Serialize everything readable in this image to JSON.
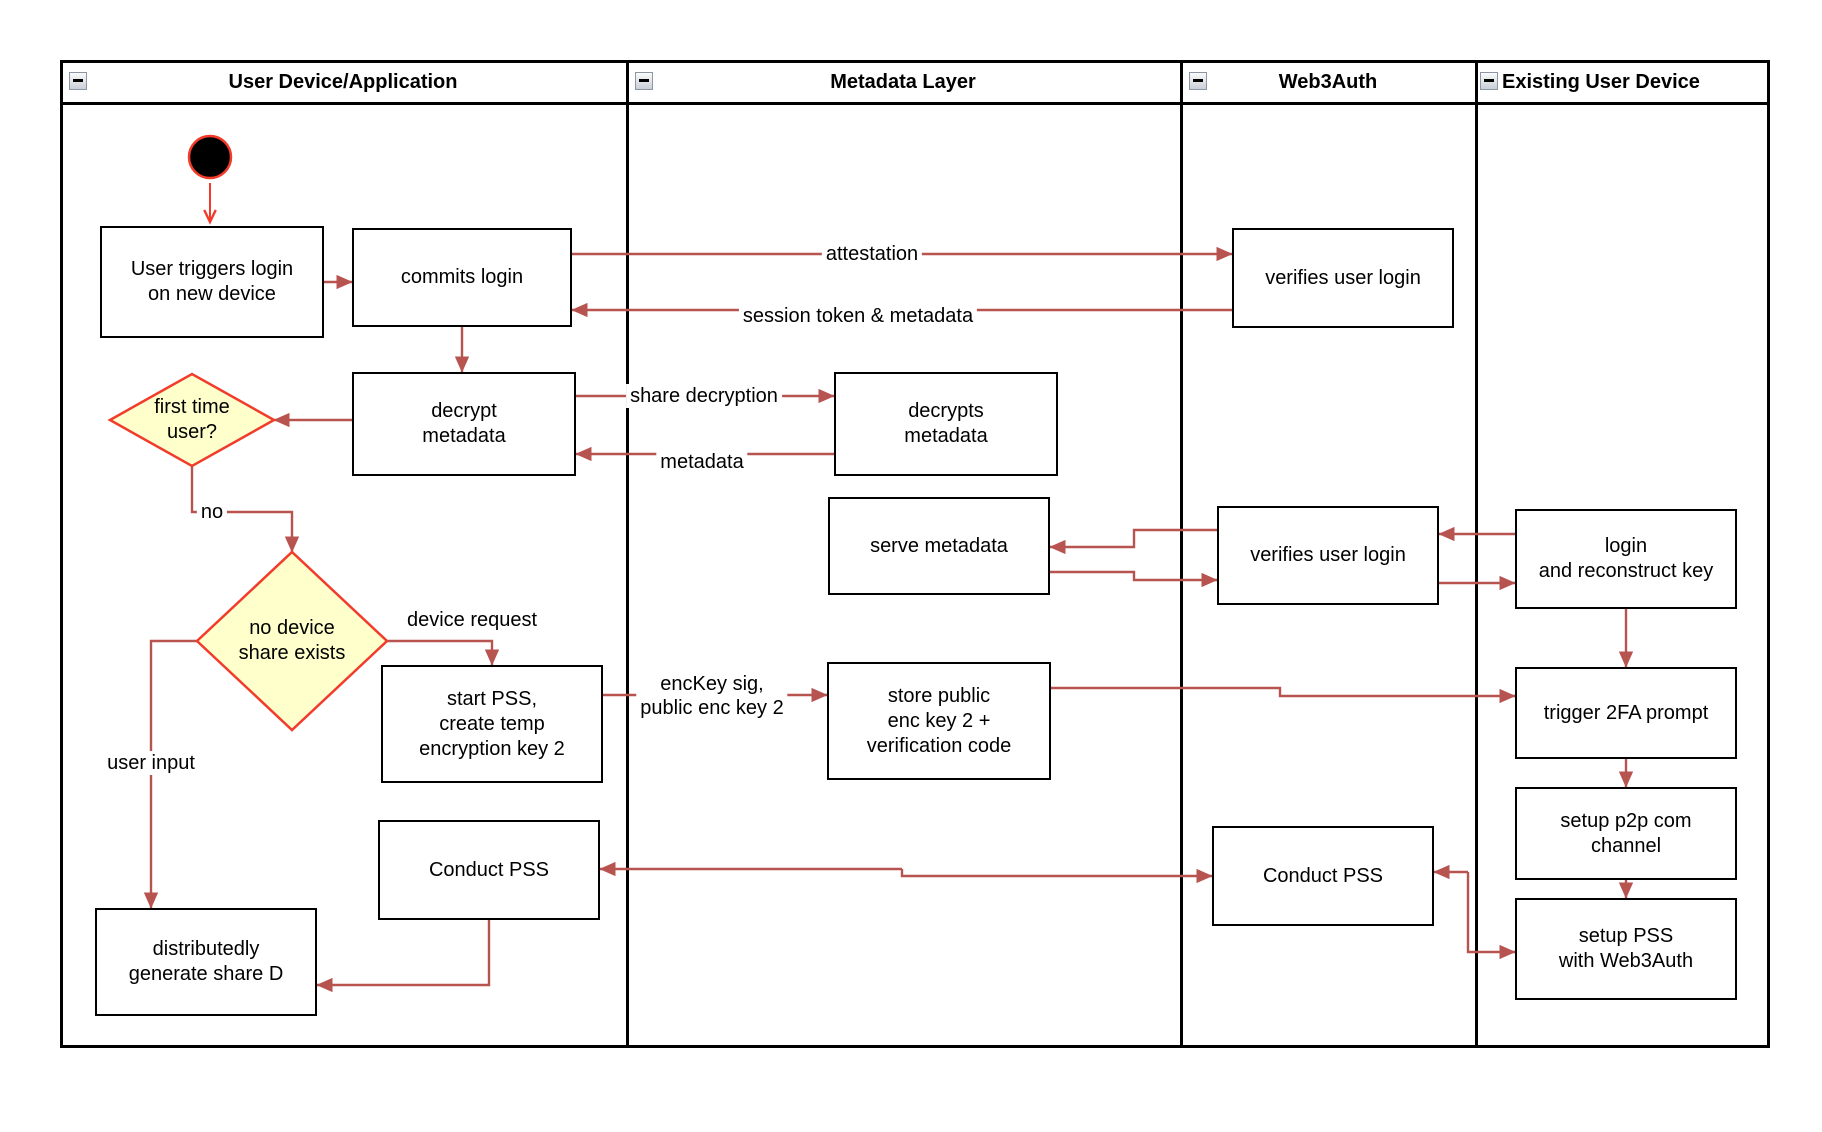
{
  "lanes": [
    {
      "title": "User Device/Application"
    },
    {
      "title": "Metadata Layer"
    },
    {
      "title": "Web3Auth"
    },
    {
      "title": "Existing User Device"
    }
  ],
  "nodes": {
    "user_triggers": "User triggers login\non new device",
    "commits_login": "commits login",
    "verifies_user_login_1": "verifies user login",
    "decrypt_metadata": "decrypt\nmetadata",
    "first_time_user": "first time\nuser?",
    "decrypts_metadata": "decrypts\nmetadata",
    "serve_metadata": "serve metadata",
    "verifies_user_login_2": "verifies user login",
    "login_reconstruct": "login\nand reconstruct key",
    "no_device_share": "no device\nshare exists",
    "start_pss": "start PSS,\ncreate temp\nencryption key 2",
    "store_public": "store public\nenc key 2 +\nverification code",
    "trigger_2fa": "trigger 2FA prompt",
    "setup_p2p": "setup p2p com\nchannel",
    "setup_pss": "setup PSS\nwith Web3Auth",
    "conduct_pss_user": "Conduct PSS",
    "conduct_pss_web3auth": "Conduct PSS",
    "distributedly_generate": "distributedly\ngenerate share D"
  },
  "edge_labels": {
    "attestation": "attestation",
    "session_token": "session token & metadata",
    "share_decryption": "share decryption",
    "metadata": "metadata",
    "no": "no",
    "device_request": "device request",
    "user_input": "user input",
    "enckey": "encKey sig,\npublic enc key 2"
  },
  "colors": {
    "connector": "#B85450",
    "accent_red": "#F23B2A",
    "diamond_fill": "#FFFFCC",
    "node_border": "#000000",
    "lane_border": "#000000",
    "icon_border": "#8C96A4"
  }
}
